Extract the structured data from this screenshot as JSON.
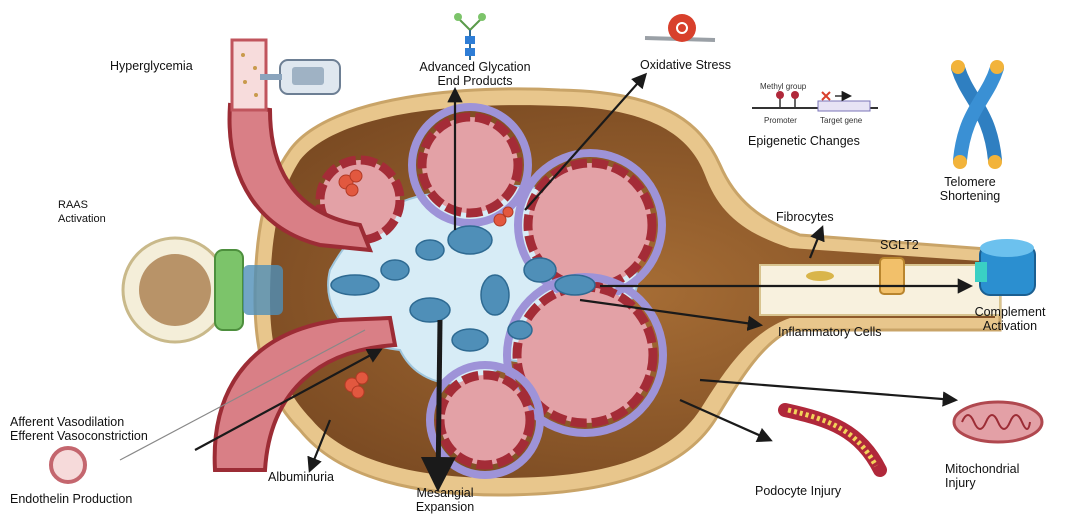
{
  "labels": {
    "hyperglycemia": "Hyperglycemia",
    "age_line1": "Advanced Glycation",
    "age_line2": "End Products",
    "oxidative_stress": "Oxidative Stress",
    "methyl_group": "Methyl group",
    "promoter": "Promoter",
    "target_gene": "Target gene",
    "epigenetic": "Epigenetic Changes",
    "telomere_line1": "Telomere",
    "telomere_line2": "Shortening",
    "raas_line1": "RAAS",
    "raas_line2": "Activation",
    "fibrocytes": "Fibrocytes",
    "sglt2": "SGLT2",
    "complement_line1": "Complement",
    "complement_line2": "Activation",
    "inflammatory": "Inflammatory Cells",
    "afferent": "Afferent Vasodilation",
    "efferent": "Efferent Vasoconstriction",
    "endothelin": "Endothelin Production",
    "albuminuria": "Albuminuria",
    "mesangial_line1": "Mesangial",
    "mesangial_line2": "Expansion",
    "podocyte": "Podocyte Injury",
    "mito_line1": "Mitochondrial",
    "mito_line2": "Injury"
  },
  "colors": {
    "capsule": "#e9c98f",
    "bowman_space": "#8a5a2b",
    "capillary": "#b8323c",
    "capillary_fill": "#e9a3a8",
    "podocyte": "#9e93d8",
    "mesangium": "#cfe7f3",
    "mesangial_cell": "#4f8fb8",
    "macula_densa": "#7cc46a",
    "arrow": "#1a1a1a"
  }
}
